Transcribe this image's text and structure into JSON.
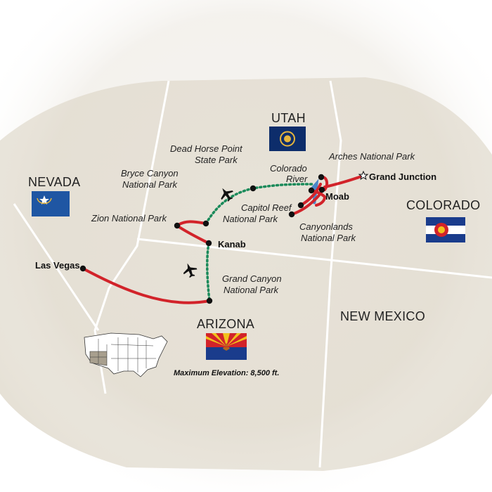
{
  "states": {
    "utah": "UTAH",
    "nevada": "NEVADA",
    "colorado": "COLORADO",
    "arizona": "ARIZONA",
    "new_mexico": "NEW MEXICO"
  },
  "places": {
    "dead_horse_1": "Dead Horse Point",
    "dead_horse_2": "State Park",
    "arches": "Arches National Park",
    "colorado_river_1": "Colorado",
    "colorado_river_2": "River",
    "grand_junction": "Grand Junction",
    "moab": "Moab",
    "bryce_1": "Bryce Canyon",
    "bryce_2": "National Park",
    "zion": "Zion National Park",
    "capitol_reef_1": "Capitol Reef",
    "capitol_reef_2": "National Park",
    "canyonlands_1": "Canyonlands",
    "canyonlands_2": "National Park",
    "kanab": "Kanab",
    "las_vegas": "Las Vegas",
    "grand_canyon_1": "Grand Canyon",
    "grand_canyon_2": "National Park"
  },
  "elevation_note": "Maximum Elevation: 8,500 ft.",
  "colors": {
    "land": "#e8e3d9",
    "border": "#ffffff",
    "route": "#d2232a",
    "flight": "#1a8a5a",
    "river": "#4a86c8",
    "dot": "#111111"
  },
  "icons": [
    "airplane-icon",
    "star-icon",
    "nevada-flag-icon",
    "utah-flag-icon",
    "colorado-flag-icon",
    "arizona-flag-icon",
    "us-locator-map-icon"
  ]
}
